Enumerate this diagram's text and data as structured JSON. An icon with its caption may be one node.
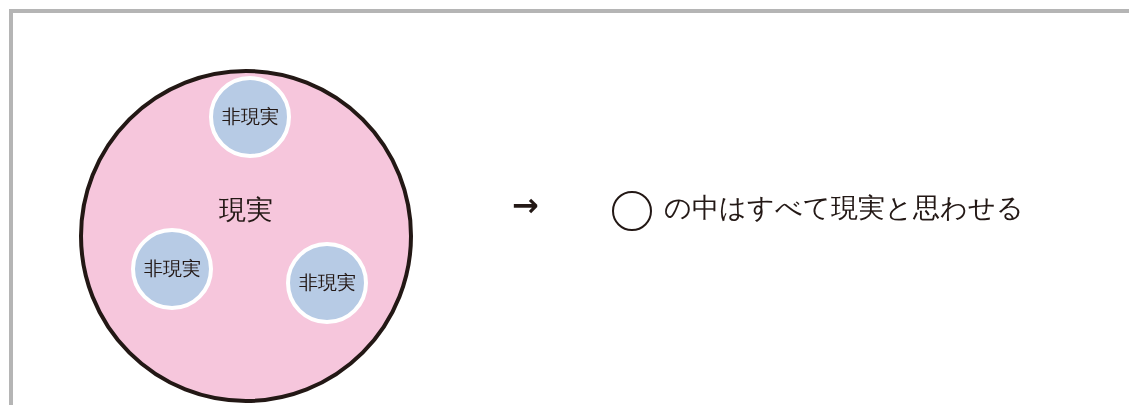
{
  "diagram": {
    "nodes": [
      {
        "text": [
          "現実"
        ]
      },
      {
        "text": [
          "非現実"
        ],
        "in": 0
      },
      {
        "text": [
          "非現実"
        ],
        "in": 0
      },
      {
        "text": [
          "非現実"
        ],
        "in": 0
      },
      {
        "text": [],
        "shape": "circle"
      }
    ],
    "labels": [
      "→",
      "の中はすべて現実と思わせる"
    ]
  }
}
